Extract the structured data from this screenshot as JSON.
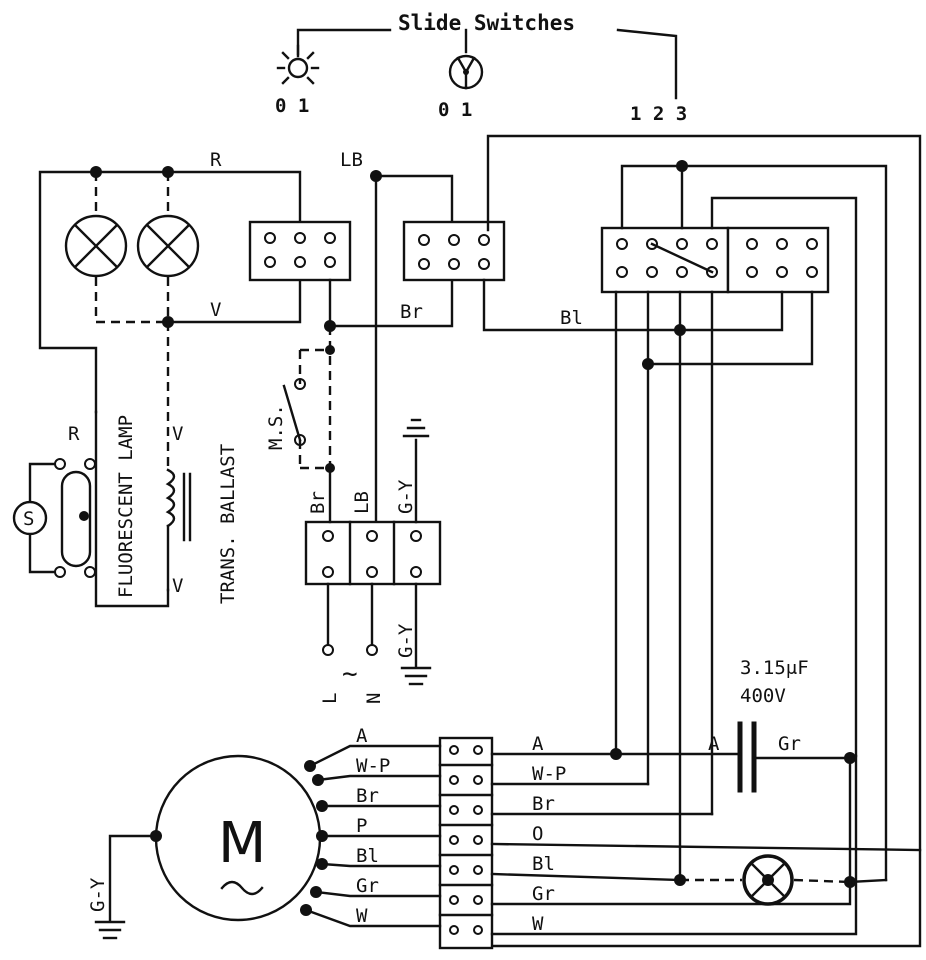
{
  "title": "Slide Switches",
  "switches": {
    "light_states": "0 1",
    "fan_states": "0 1",
    "speed_states": "1 2 3"
  },
  "lamps": {
    "fluorescent_label": "FLUORESCENT LAMP",
    "starter_label": "S",
    "lamp_wire_r": "R",
    "lamp_wire_v": "V"
  },
  "ballast": {
    "label": "TRANS. BALLAST",
    "wire_top": "V",
    "wire_bottom": "V"
  },
  "microswitch": {
    "label": "M.S."
  },
  "supply": {
    "wire_br": "Br",
    "wire_lb": "LB",
    "wire_gy": "G-Y",
    "wire_gy_bottom": "G-Y",
    "terminal_l": "L",
    "terminal_n": "N",
    "ac_symbol": "~"
  },
  "wires": {
    "r": "R",
    "lb": "LB",
    "v": "V",
    "br": "Br",
    "bl": "Bl"
  },
  "capacitor": {
    "value": "3.15μF",
    "voltage": "400V",
    "lead_a": "A",
    "lead_gr": "Gr"
  },
  "motor": {
    "symbol": "M",
    "ground": "G-Y",
    "leads_left": [
      "A",
      "W-P",
      "Br",
      "P",
      "Bl",
      "Gr",
      "W"
    ],
    "leads_right": [
      "A",
      "W-P",
      "Br",
      "O",
      "Bl",
      "Gr",
      "W"
    ]
  }
}
